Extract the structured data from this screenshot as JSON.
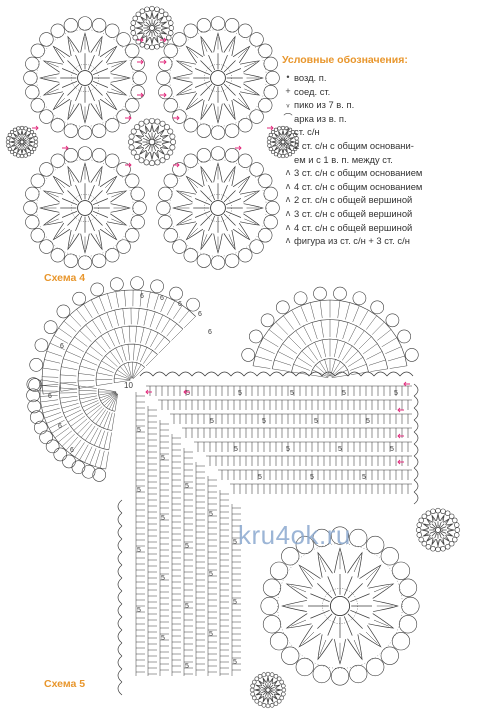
{
  "legend": {
    "title": "Условные обозначения:",
    "items": [
      {
        "symbol": "•",
        "text": "возд. п."
      },
      {
        "symbol": "+",
        "text": "соед. ст."
      },
      {
        "symbol": "ᵥ",
        "text": "пико из 7 в. п."
      },
      {
        "symbol": "⌒",
        "text": "арка из в. п."
      },
      {
        "symbol": "†",
        "text": "ст. с/н"
      },
      {
        "symbol": "ᴧ",
        "text": "2 ст. с/н с общим основани-"
      },
      {
        "symbol": "",
        "text": "ем и с 1 в. п. между ст."
      },
      {
        "symbol": "ᴧ",
        "text": "3 ст. с/н с общим основанием"
      },
      {
        "symbol": "ᴧ",
        "text": "4 ст. с/н с общим основанием"
      },
      {
        "symbol": "ᴧ",
        "text": "2 ст. с/н с общей вершиной"
      },
      {
        "symbol": "ᴧ",
        "text": "3 ст. с/н с общей вершиной"
      },
      {
        "symbol": "ᴧ",
        "text": "4 ст. с/н с общей вершиной"
      },
      {
        "symbol": "ᴧ",
        "text": "фигура из ст. с/н + 3 ст. с/н"
      }
    ]
  },
  "scheme4_label": "Схема 4",
  "scheme5_label": "Схема 5",
  "watermark": "kru4ok.ru",
  "grid_corner_number": "10",
  "row_number": "5",
  "fan_number": "6",
  "colors": {
    "line": "#3a3a3a",
    "accent": "#e8962c",
    "marker": "#e0287a",
    "watermark": "#8ba9cf"
  }
}
